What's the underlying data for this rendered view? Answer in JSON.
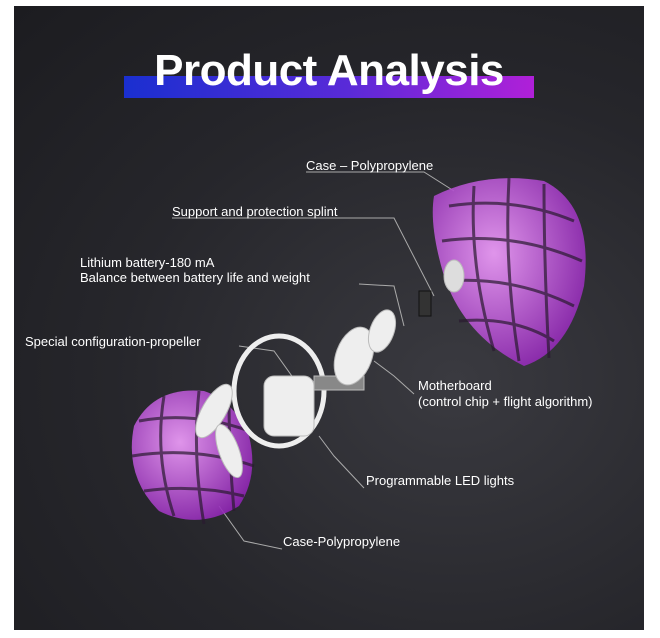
{
  "title": "Product Analysis",
  "labels": {
    "case_top": "Case – Polypropylene",
    "splint": "Support and protection splint",
    "battery_1": "Lithium battery-180 mA",
    "battery_2": "Balance between battery life and weight",
    "propeller": "Special configuration-propeller",
    "motherboard_1": "Motherboard",
    "motherboard_2": "(control chip + flight algorithm)",
    "led": "Programmable LED lights",
    "case_bottom": "Case-Polypropylene"
  },
  "colors": {
    "shell": "#c040e0",
    "title_bar_start": "#1a2fd0",
    "title_bar_end": "#b020d8"
  }
}
